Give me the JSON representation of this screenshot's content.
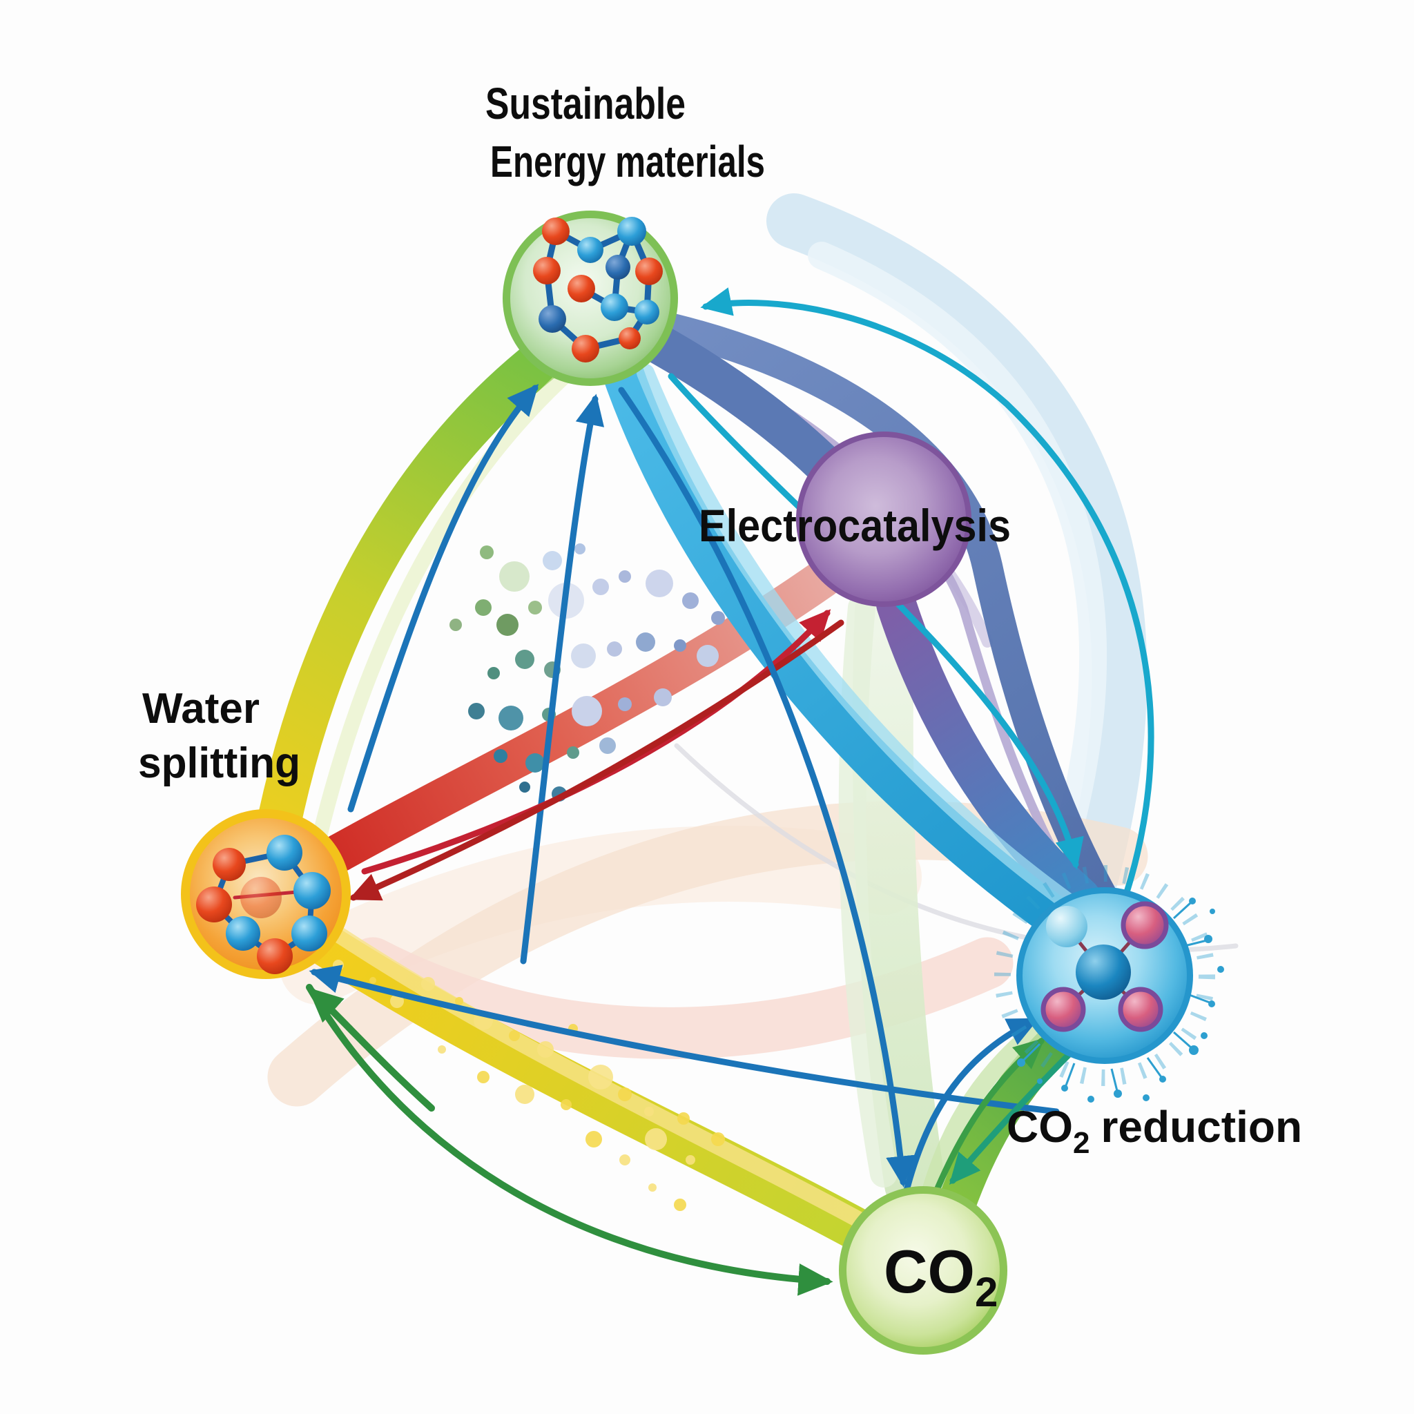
{
  "labels": {
    "sustainable": {
      "line1": "Sustainable",
      "line2": "Energy materials"
    },
    "electrocatalysis": "Electrocatalysis",
    "water": {
      "line1": "Water",
      "line2": "splitting"
    },
    "co2_reduction": {
      "formula": "CO",
      "subscript": "2",
      "rest": "reduction"
    },
    "co2": {
      "formula": "CO",
      "subscript": "2"
    }
  },
  "diagram": {
    "type": "concept-network",
    "background": "#fdfdfd",
    "nodes": [
      {
        "id": "sustainable-energy-materials",
        "label": "Sustainable Energy materials",
        "color": "#6abf47",
        "icon": "molecule-ring-icon"
      },
      {
        "id": "electrocatalysis",
        "label": "Electrocatalysis",
        "color": "#8a63a8",
        "icon": "sphere-icon"
      },
      {
        "id": "water-splitting",
        "label": "Water splitting",
        "color": "#f5a21f",
        "icon": "molecule-ring-icon"
      },
      {
        "id": "co2-reduction",
        "label": "CO2 reduction",
        "color": "#2ba3d4",
        "icon": "molecule-tetrahedron-icon"
      },
      {
        "id": "co2",
        "label": "CO2",
        "color": "#a9cf5f",
        "icon": "none"
      }
    ],
    "connections": [
      {
        "from": "sustainable-energy-materials",
        "to": "water-splitting",
        "style": "thick-band",
        "colors": [
          "#6abf47",
          "#f2cf1e"
        ]
      },
      {
        "from": "sustainable-energy-materials",
        "to": "electrocatalysis",
        "style": "thick-band",
        "colors": [
          "#5b79b4"
        ]
      },
      {
        "from": "sustainable-energy-materials",
        "to": "co2-reduction",
        "style": "thick-band",
        "colors": [
          "#4cbbe8",
          "#1f97cd"
        ]
      },
      {
        "from": "sustainable-energy-materials",
        "to": "co2-reduction",
        "style": "thick-band-outer",
        "colors": [
          "#6c88c0",
          "#4b6aa8"
        ]
      },
      {
        "from": "electrocatalysis",
        "to": "co2-reduction",
        "style": "thick-band",
        "colors": [
          "#7e5fa8",
          "#3f88c4"
        ]
      },
      {
        "from": "electrocatalysis",
        "to": "water-splitting",
        "style": "thick-band",
        "colors": [
          "#e8a8a0",
          "#cf2b24"
        ]
      },
      {
        "from": "electrocatalysis",
        "to": "co2",
        "style": "pale-band",
        "colors": [
          "#eaf4e2",
          "#cfe6bc"
        ]
      },
      {
        "from": "water-splitting",
        "to": "co2",
        "style": "thick-band",
        "colors": [
          "#f5cd1c",
          "#ccd631"
        ]
      },
      {
        "from": "co2",
        "to": "co2-reduction",
        "style": "thick-band",
        "colors": [
          "#8ec73f",
          "#45a049"
        ]
      },
      {
        "from": "co2-reduction",
        "to": "sustainable-energy-materials",
        "style": "thin-arrow",
        "colors": [
          "#18a8cc"
        ]
      },
      {
        "from": "sustainable-energy-materials",
        "to": "co2-reduction",
        "style": "thin-arrow",
        "colors": [
          "#18a8cc"
        ]
      },
      {
        "from": "water-splitting",
        "to": "sustainable-energy-materials",
        "style": "thin-arrow",
        "colors": [
          "#1b74b8"
        ]
      },
      {
        "from": "water-splitting",
        "to": "electrocatalysis",
        "style": "thin-arrow",
        "colors": [
          "#c42132"
        ]
      },
      {
        "from": "electrocatalysis",
        "to": "water-splitting",
        "style": "thin-arrow",
        "colors": [
          "#b02020"
        ]
      },
      {
        "from": "water-splitting",
        "to": "co2",
        "style": "thin-arrow-double",
        "colors": [
          "#2f8f3e"
        ]
      },
      {
        "from": "co2-reduction",
        "to": "water-splitting",
        "style": "thin-arrow",
        "colors": [
          "#1b74b8"
        ]
      },
      {
        "from": "sustainable-energy-materials",
        "to": "co2",
        "style": "thin-arrow",
        "colors": [
          "#1b74b8"
        ]
      },
      {
        "from": "co2-reduction",
        "to": "co2",
        "style": "thin-arrow",
        "colors": [
          "#1f9e7a"
        ]
      },
      {
        "from": "co2",
        "to": "co2-reduction",
        "style": "thin-arrow",
        "colors": [
          "#1b74b8",
          "#3b9e47"
        ]
      }
    ]
  },
  "palette": {
    "background": "#fdfdfd",
    "label_text": "#0d0d0d",
    "node_green_rim": "#6abf47",
    "node_purple": "#8a63a8",
    "node_orange_rim": "#f3c21a",
    "node_blue": "#2ba3d4",
    "node_co2_rim": "#8cc455",
    "molecule_red": "#e8481e",
    "molecule_blue": "#2d9fd8",
    "molecule_dark_blue": "#2a6cb0",
    "molecule_pink": "#e0688c",
    "arc_peach": "#f6e0cf",
    "arc_pink": "#f8dcd4",
    "arc_blue": "#d3e7f3",
    "arrow_teal": "#18a8cc",
    "arrow_blue": "#1b74b8",
    "arrow_crimson": "#c42132",
    "arrow_dark_red": "#b02020",
    "arrow_green": "#3b9e47",
    "arrow_dark_green": "#2f8f3e",
    "arrow_teal_green": "#1f9e7a"
  }
}
